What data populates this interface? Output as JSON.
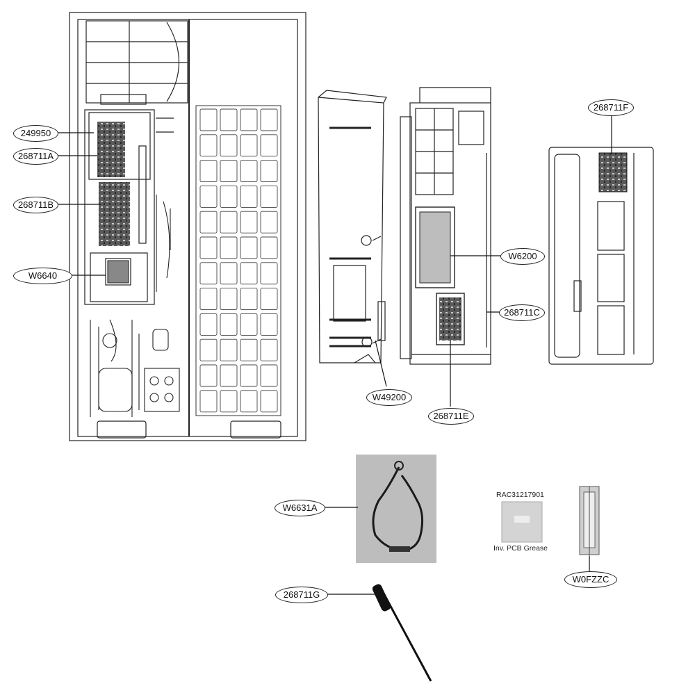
{
  "callouts": {
    "c249950": "249950",
    "c268711A": "268711A",
    "c268711B": "268711B",
    "cW6640": "W6640",
    "c268711F": "268711F",
    "cW6200": "W6200",
    "c268711C": "268711C",
    "cW49200": "W49200",
    "c268711E": "268711E",
    "cW6631A": "W6631A",
    "c268711G": "268711G",
    "cW0FZZC": "W0FZZC"
  },
  "grease": {
    "part_number": "RAC31217901",
    "label": "Inv. PCB Grease"
  }
}
